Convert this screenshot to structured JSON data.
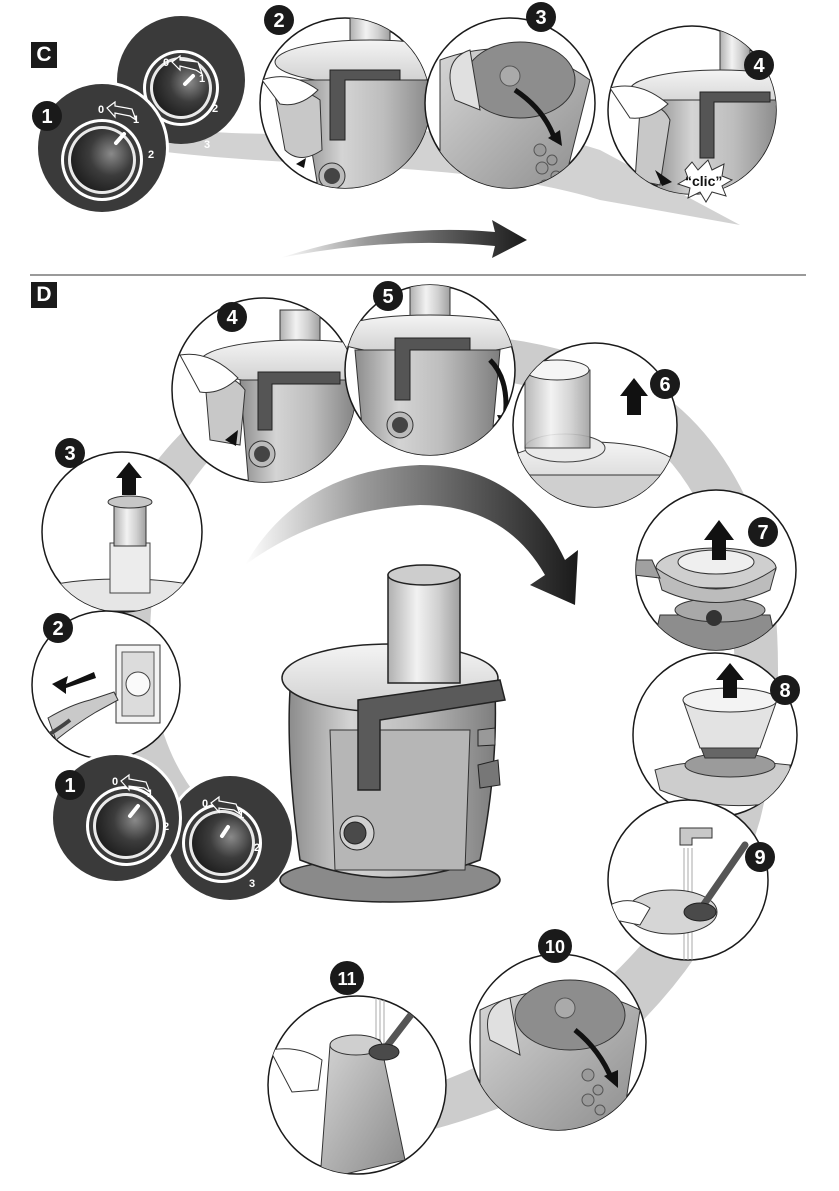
{
  "sections": [
    {
      "id": "C",
      "label": "C",
      "steps": [
        {
          "number": "1",
          "content": "speed-dials-off"
        },
        {
          "number": "2",
          "content": "unlock-clamp-hand"
        },
        {
          "number": "3",
          "content": "empty-pulp-container"
        },
        {
          "number": "4",
          "content": "lock-clamp-clic"
        }
      ],
      "callout": "“clic”",
      "flow_direction": "left-to-right"
    },
    {
      "id": "D",
      "label": "D",
      "steps": [
        {
          "number": "1",
          "content": "speed-dials-off"
        },
        {
          "number": "2",
          "content": "unplug-mains"
        },
        {
          "number": "3",
          "content": "remove-pusher"
        },
        {
          "number": "4",
          "content": "unlock-clamp-hand"
        },
        {
          "number": "5",
          "content": "fold-clamp-down"
        },
        {
          "number": "6",
          "content": "remove-lid"
        },
        {
          "number": "7",
          "content": "remove-filter-housing"
        },
        {
          "number": "8",
          "content": "remove-filter-basket"
        },
        {
          "number": "9",
          "content": "brush-filter-under-tap"
        },
        {
          "number": "10",
          "content": "empty-pulp-container"
        },
        {
          "number": "11",
          "content": "rinse-pulp-container"
        }
      ],
      "flow_direction": "clockwise"
    }
  ],
  "dials": {
    "two_speed": {
      "marks": [
        "0",
        "1",
        "2"
      ]
    },
    "three_speed": {
      "marks": [
        "0",
        "1",
        "2",
        "3"
      ]
    }
  },
  "colors": {
    "badge": "#1a1a1a",
    "dial_ring": "#3a3a3a",
    "divider": "#9a9a9a",
    "shadow_path": "#c8c8c8"
  }
}
